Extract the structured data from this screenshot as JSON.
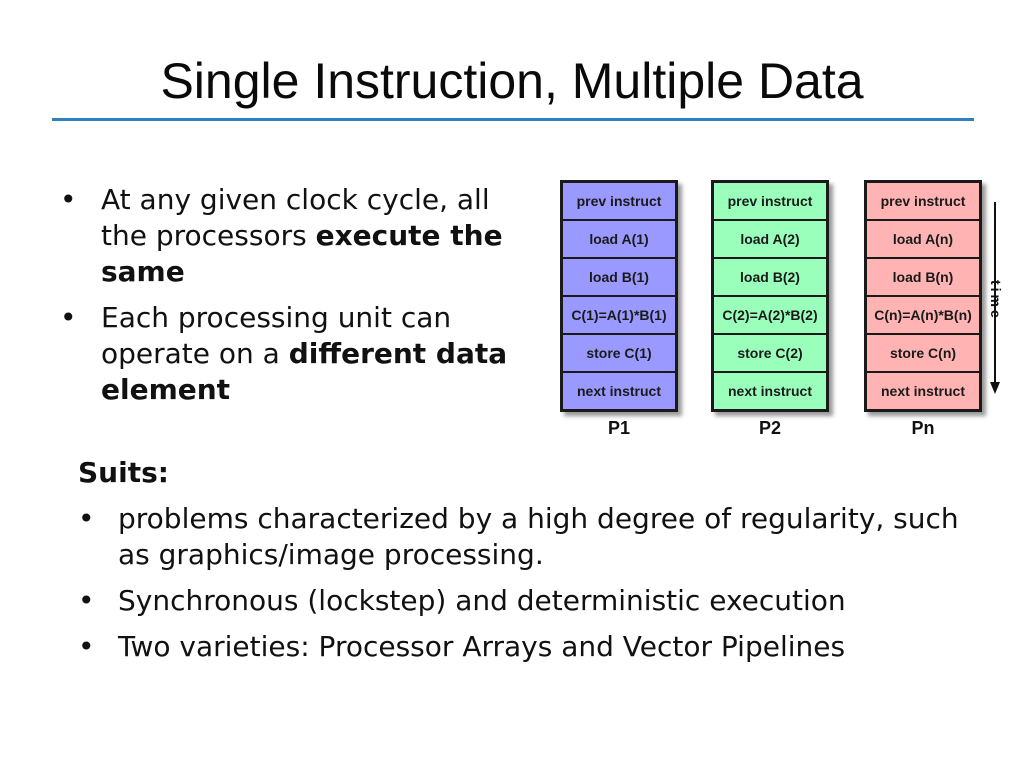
{
  "slide": {
    "title": "Single Instruction, Multiple Data"
  },
  "bullets": [
    {
      "text_pre": "At any given clock cycle, all the processors ",
      "text_bold": "execute the same"
    },
    {
      "text_pre": "Each processing unit can operate on a ",
      "text_bold": "different data element"
    }
  ],
  "diagram": {
    "processors": [
      {
        "label": "P1",
        "color": "#9999ff",
        "steps": [
          "prev instruct",
          "load A(1)",
          "load B(1)",
          "C(1)=A(1)*B(1)",
          "store C(1)",
          "next instruct"
        ]
      },
      {
        "label": "P2",
        "color": "#99ffbb",
        "steps": [
          "prev instruct",
          "load A(2)",
          "load B(2)",
          "C(2)=A(2)*B(2)",
          "store C(2)",
          "next instruct"
        ]
      },
      {
        "label": "Pn",
        "color": "#ffb3b3",
        "steps": [
          "prev instruct",
          "load A(n)",
          "load B(n)",
          "C(n)=A(n)*B(n)",
          "store C(n)",
          "next instruct"
        ]
      }
    ],
    "time_label": "time"
  },
  "suits": {
    "heading": "Suits:",
    "items": [
      "problems characterized by a high degree of regularity, such as graphics/image processing.",
      "Synchronous (lockstep) and deterministic execution",
      "Two varieties: Processor Arrays and Vector Pipelines"
    ]
  },
  "colors": {
    "title_rule": "#2f7fc1"
  }
}
